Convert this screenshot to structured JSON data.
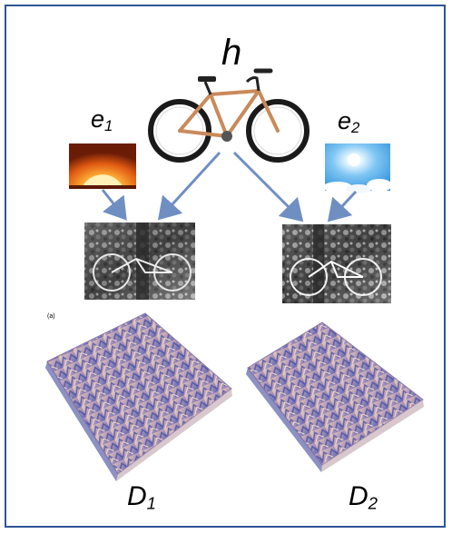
{
  "labels": {
    "h": "h",
    "e1": {
      "base": "e",
      "sub": "1"
    },
    "e2": {
      "base": "e",
      "sub": "2"
    },
    "panel_tag": "(a)",
    "d1": {
      "base": "D",
      "sub": "1"
    },
    "d2": {
      "base": "D",
      "sub": "2"
    }
  },
  "colors": {
    "frame": "#2f5597",
    "arrow": "#6f8fc3",
    "bike_frame": "#c98a5a",
    "surface_light": "#e7c6b4",
    "surface_dark": "#4d5aa8"
  }
}
